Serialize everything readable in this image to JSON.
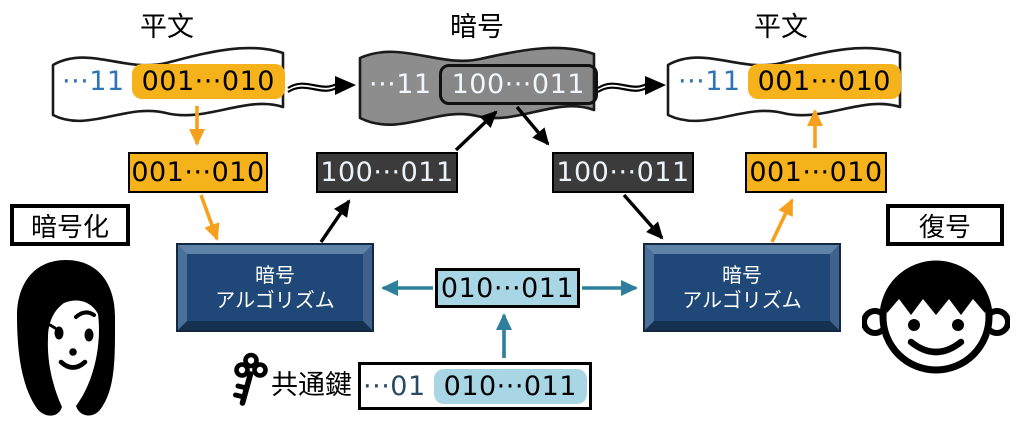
{
  "labels": {
    "plaintext_left": "平文",
    "ciphertext": "暗号",
    "plaintext_right": "平文",
    "encryption": "暗号化",
    "decryption": "復号",
    "common_key": "共通鍵"
  },
  "documents": {
    "plain_left": {
      "prefix": "···11",
      "highlight": "001···010"
    },
    "cipher": {
      "prefix": "···11",
      "highlight": "100···011"
    },
    "plain_right": {
      "prefix": "···11",
      "highlight": "001···010"
    }
  },
  "blocks": {
    "plain_left": "001···010",
    "cipher_left": "100···011",
    "cipher_right": "100···011",
    "plain_right": "001···010"
  },
  "algorithm": {
    "line1": "暗号",
    "line2": "アルゴリズム"
  },
  "key": {
    "value": "010···011",
    "doc_prefix": "···01",
    "doc_highlight": "010···011"
  },
  "icons": {
    "sender": "woman-face-icon",
    "receiver": "boy-face-icon",
    "key": "key-icon"
  },
  "colors": {
    "highlight_orange": "#F6B21A",
    "arrow_orange": "#F6A01E",
    "dark_block": "#3B3B3B",
    "algorithm_navy": "#1F4878",
    "algorithm_bevel_light": "#5E82A8",
    "light_blue": "#A9D6E5",
    "arrow_teal": "#2D7F9B",
    "prefix_blue": "#2E74B5",
    "cipher_doc_gray": "#8D8D8D"
  }
}
